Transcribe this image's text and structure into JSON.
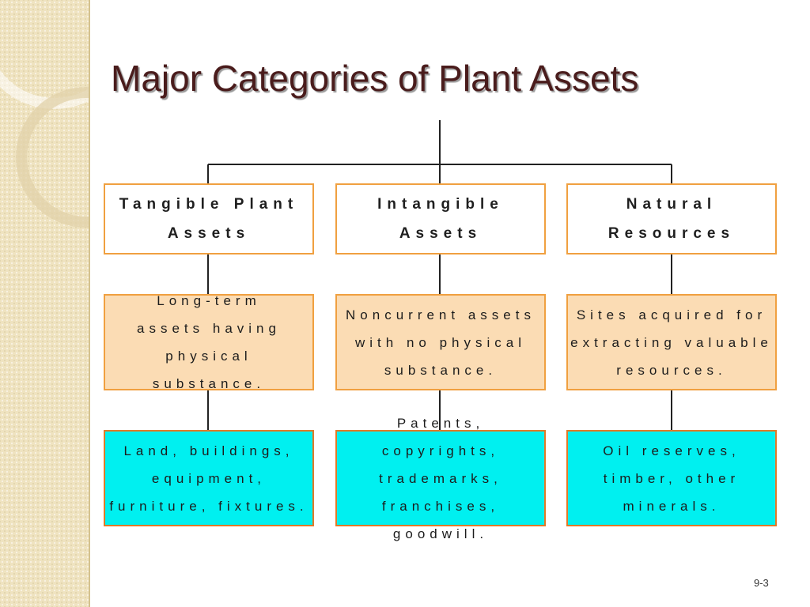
{
  "slide": {
    "title": "Major Categories of Plant Assets",
    "page_number": "9-3"
  },
  "columns": [
    {
      "header": [
        "Tangible Plant",
        "Assets"
      ],
      "description": [
        "Long-term",
        "assets having",
        "physical substance."
      ],
      "examples": [
        "Land, buildings,",
        "equipment,",
        "furniture, fixtures."
      ]
    },
    {
      "header": [
        "Intangible",
        "Assets"
      ],
      "description": [
        "Noncurrent assets",
        "with no physical",
        "substance."
      ],
      "examples": [
        "Patents, copyrights,",
        "trademarks,",
        "franchises, goodwill."
      ]
    },
    {
      "header": [
        "Natural",
        "Resources"
      ],
      "description": [
        "Sites acquired for",
        "extracting valuable",
        "resources."
      ],
      "examples": [
        "Oil reserves,",
        "timber, other",
        "minerals."
      ]
    }
  ],
  "colors": {
    "title": "#4a1c1c",
    "box_border": "#f0a040",
    "description_fill": "#fbdcb4",
    "example_fill": "#00f0f0"
  }
}
